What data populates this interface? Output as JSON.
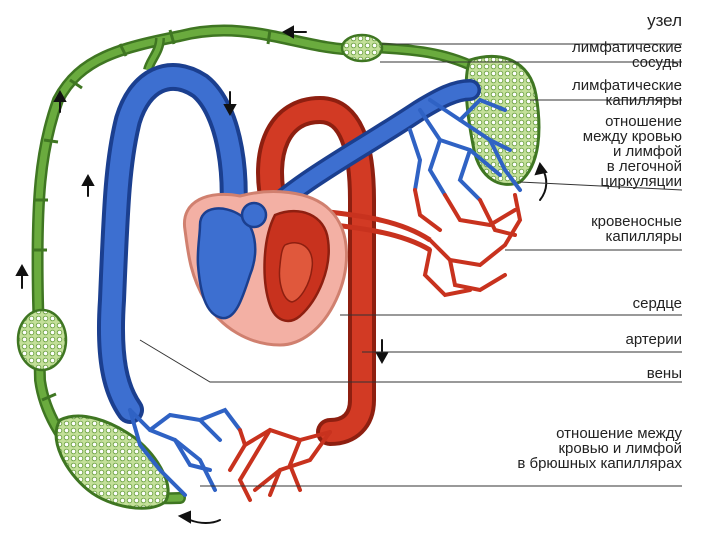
{
  "labels": {
    "node": [
      "узел"
    ],
    "lymph_vessels": [
      "лимфатические",
      "сосуды"
    ],
    "lymph_capillaries": [
      "лимфатические",
      "капилляры"
    ],
    "pulmonary_relation": [
      "отношение",
      "между кровью",
      "и лимфой",
      "в легочной",
      "циркуляции"
    ],
    "blood_capillaries": [
      "кровеносные",
      "капилляры"
    ],
    "heart": [
      "сердце"
    ],
    "arteries": [
      "артерии"
    ],
    "veins": [
      "вены"
    ],
    "abdominal_relation": [
      "отношение между",
      "кровью и лимфой",
      "в брюшных капиллярах"
    ]
  },
  "colors": {
    "lymph": "#5c9b35",
    "lymph_dark": "#3f7622",
    "lymph_node": "#b9d98a",
    "vein": "#2f62c4",
    "vein_dark": "#1b3f8f",
    "artery": "#c8321e",
    "artery_dark": "#8e1f10",
    "pericardium": "#f3b0a4",
    "leader_line": "#333333"
  },
  "icons": [
    "flow-arrow-icon"
  ]
}
